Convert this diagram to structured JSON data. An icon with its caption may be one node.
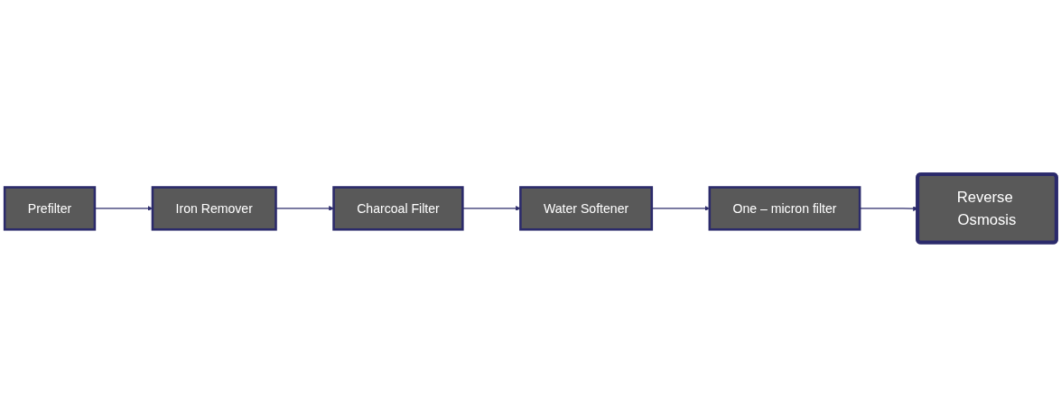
{
  "diagram": {
    "nodes": [
      {
        "text": [
          "Prefilter"
        ]
      },
      {
        "text": [
          "Iron Remover"
        ]
      },
      {
        "text": [
          "Charcoal Filter"
        ]
      },
      {
        "text": [
          "Water Softener"
        ]
      },
      {
        "text": [
          "One – micron filter"
        ]
      },
      {
        "text": [
          "Reverse Osmosis"
        ]
      }
    ],
    "edges": [
      {
        "from": 0,
        "to": 1,
        "arrow": "to"
      },
      {
        "from": 1,
        "to": 2,
        "arrow": "to"
      },
      {
        "from": 2,
        "to": 3,
        "arrow": "to"
      },
      {
        "from": 3,
        "to": 4,
        "arrow": "to"
      },
      {
        "from": 4,
        "to": 5,
        "arrow": "to"
      }
    ]
  }
}
